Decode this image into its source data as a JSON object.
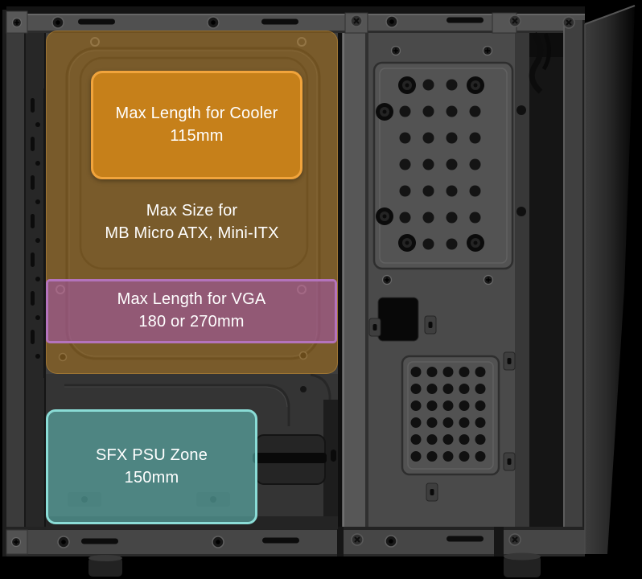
{
  "zones": {
    "cooler": {
      "lines": [
        "Max Length for Cooler",
        "115mm"
      ],
      "fill": "rgba(200,129,26,0.97)",
      "border": "#f1a43c"
    },
    "motherboard": {
      "lines": [
        "Max Size for",
        "MB Micro ATX, Mini-ITX"
      ],
      "fill": "rgba(205,133,20,0.42)",
      "border": "rgba(242,176,70,0.30)"
    },
    "vga": {
      "lines": [
        "Max Length for VGA",
        "180 or 270mm"
      ],
      "fill": "rgba(168,88,178,0.55)",
      "border": "#b473bc"
    },
    "psu": {
      "lines": [
        "SFX PSU Zone",
        "150mm"
      ],
      "fill": "rgba(100,200,195,0.55)",
      "border": "#8adcd6"
    }
  }
}
